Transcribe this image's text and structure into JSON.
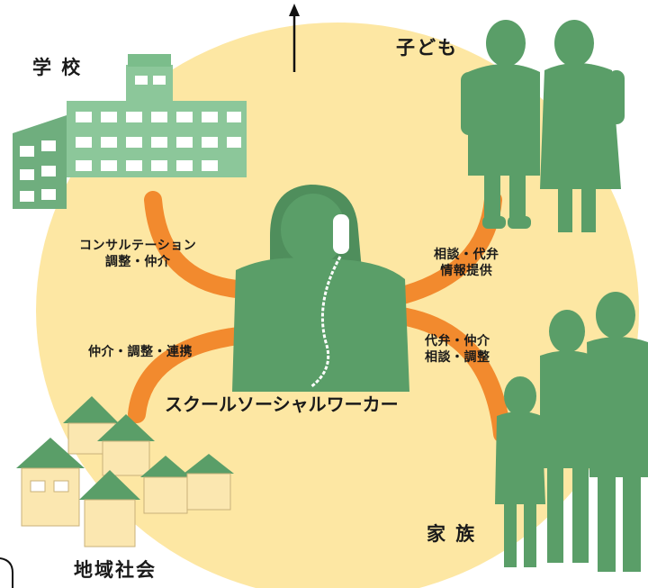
{
  "nodes": {
    "school": "学 校",
    "child": "子ども",
    "family": "家 族",
    "community": "地域社会",
    "center": "スクールソーシャルワーカー"
  },
  "relations": {
    "school_line1": "コンサルテーション",
    "school_line2": "調整・仲介",
    "child_line1": "相談・代弁",
    "child_line2": "情報提供",
    "family_line1": "代弁・仲介",
    "family_line2": "相談・調整",
    "community_line1": "仲介・調整・連携"
  },
  "colors": {
    "circle": "#fde7a3",
    "connector": "#f28a2e",
    "figure": "#5a9e68",
    "building": "#8cc79a"
  }
}
